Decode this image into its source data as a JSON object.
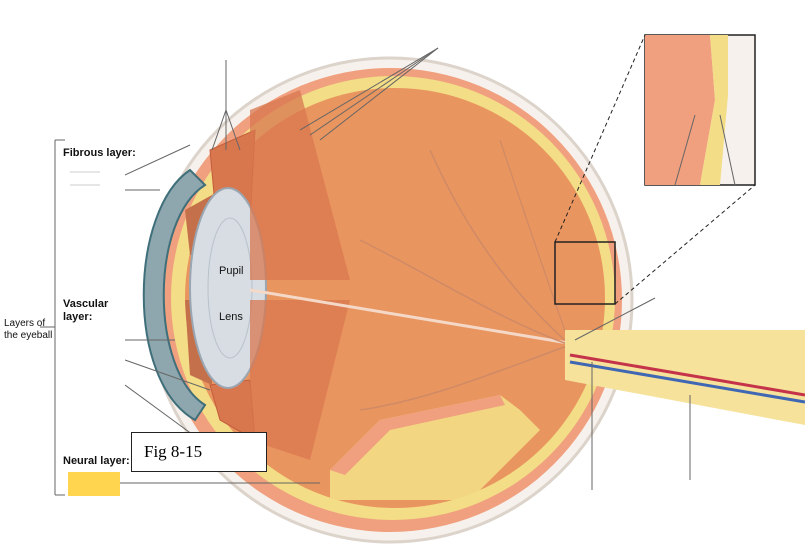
{
  "figure": {
    "label": "Fig 8-15"
  },
  "labels": {
    "layers": "Layers of the eyeball",
    "fibrous": "Fibrous layer:",
    "vascular": "Vascular layer:",
    "neural": "Neural layer:",
    "pupil": "Pupil",
    "lens": "Lens"
  },
  "colors": {
    "vitreous": "#e9955f",
    "choroid": "#f0a07e",
    "retina": "#f3dd86",
    "sclera": "#f6f1ec",
    "cover": "#ffd54f",
    "optic_nerve": "#f6e29a"
  }
}
